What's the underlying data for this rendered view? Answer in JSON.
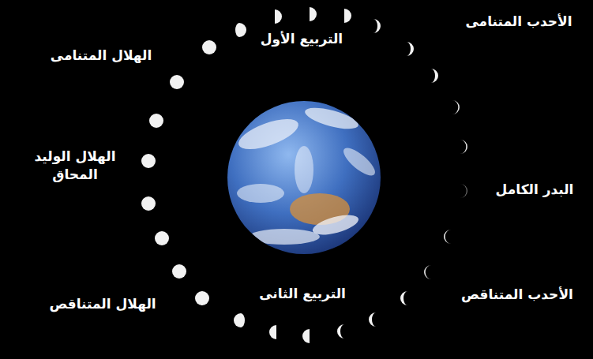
{
  "diagram": {
    "labels": [
      "الهلال المتنامى",
      "التربيع الأول",
      "الأحدب المتنامى",
      "الهلال الوليد المحاق",
      "البدر الكامل",
      "الهلال المتناقص",
      "التربيع الثانى",
      "الأحدب المتناقص"
    ]
  }
}
